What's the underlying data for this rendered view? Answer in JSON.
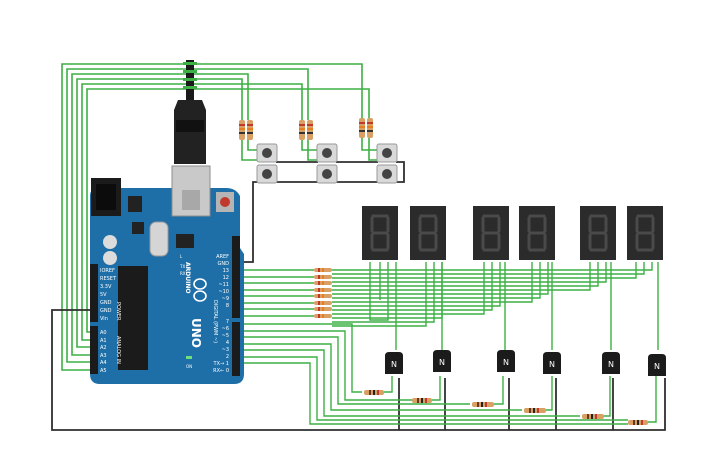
{
  "board": {
    "power_header": [
      "IOREF",
      "RESET",
      "3.3V",
      "5V",
      "GND",
      "GND",
      "Vin"
    ],
    "power_title": "POWER",
    "analog_pins": [
      "A0",
      "A1",
      "A2",
      "A3",
      "A4",
      "A5"
    ],
    "analog_title": "ANALOG IN",
    "digital_top": [
      "AREF",
      "GND",
      "13",
      "12",
      "~11",
      "~10",
      "~9",
      "8"
    ],
    "digital_bottom": [
      "7",
      "~6",
      "~5",
      "4",
      "~3",
      "2",
      "TX→ 1",
      "RX← 0"
    ],
    "digital_title": "DIGITAL (PWM ~)",
    "brand": "ARDUINO",
    "model": "UNO",
    "label_on": "ON",
    "label_tx": "TX",
    "label_rx": "RX",
    "label_l": "L"
  },
  "transistor_label": "N",
  "colors": {
    "board": "#1e6fa8",
    "wire": "#3cb043",
    "ground_wire": "#2f2f2f",
    "display_body": "#2b2b2b",
    "display_segment": "#4a4a4a"
  },
  "icons": [
    "resistor-icon",
    "pushbutton-icon",
    "seven-segment-icon",
    "npn-transistor-icon",
    "usb-connector-icon",
    "power-jack-icon"
  ]
}
